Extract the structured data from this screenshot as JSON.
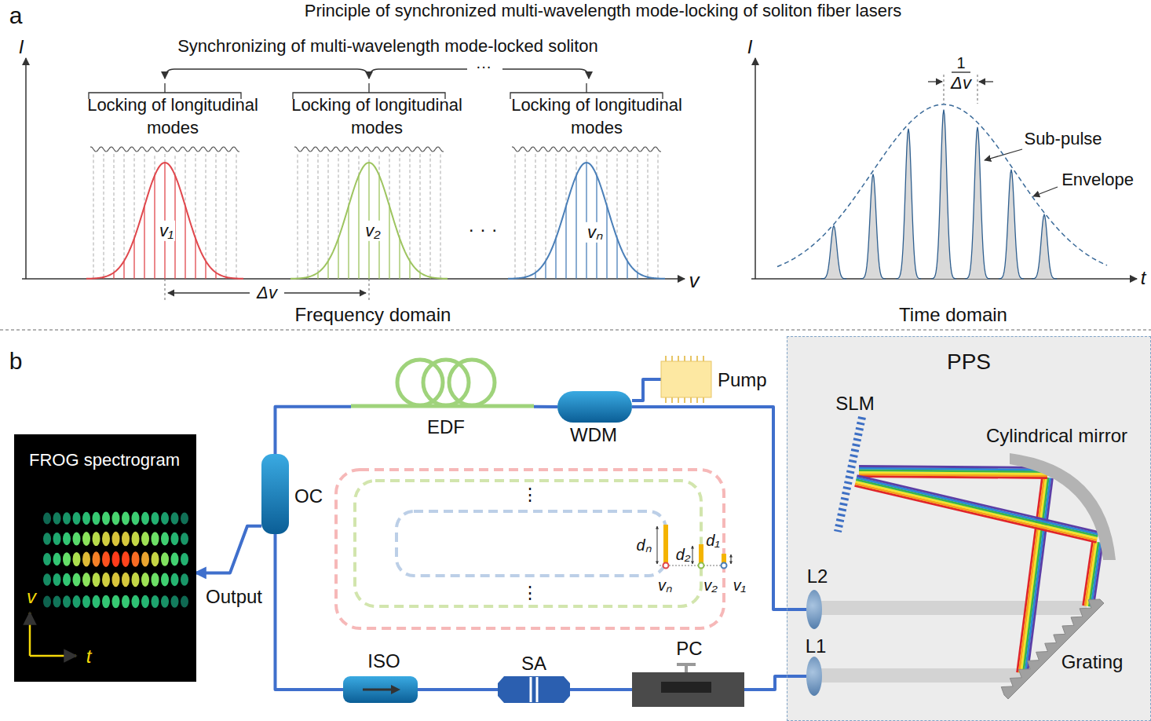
{
  "diagram": {
    "title": "Principle of synchronized multi-wavelength mode-locking of soliton fiber lasers",
    "nodes": [
      {
        "text": [
          "PPS"
        ]
      },
      {
        "text": [
          "SLM"
        ],
        "in": 0
      },
      {
        "text": [
          "Cylindrical mirror"
        ],
        "in": 0
      },
      {
        "text": [
          "L2"
        ],
        "in": 0
      },
      {
        "text": [
          "L1"
        ],
        "in": 0
      },
      {
        "text": [
          "Grating"
        ],
        "in": 0
      },
      {
        "text": [
          "Pump"
        ]
      },
      {
        "text": [
          "WDM"
        ]
      },
      {
        "text": [
          "EDF"
        ]
      },
      {
        "text": [
          "OC"
        ]
      },
      {
        "text": [
          "ISO"
        ]
      },
      {
        "text": [
          "SA"
        ]
      },
      {
        "text": [
          "PC"
        ]
      },
      {
        "text": [
          "FROG spectrogram",
          "v",
          "t"
        ]
      }
    ],
    "edges": [
      {
        "from": 9,
        "to": 8,
        "arrow": "none"
      },
      {
        "from": 8,
        "to": 7,
        "arrow": "none"
      },
      {
        "from": 7,
        "to": 6,
        "arrow": "none"
      },
      {
        "from": 7,
        "to": 3,
        "arrow": "none"
      },
      {
        "from": 4,
        "to": 12,
        "arrow": "none"
      },
      {
        "from": 12,
        "to": 11,
        "arrow": "none"
      },
      {
        "from": 11,
        "to": 10,
        "arrow": "none"
      },
      {
        "from": 10,
        "to": 9,
        "arrow": "none"
      },
      {
        "from": 9,
        "to": 13,
        "label": "Output",
        "arrow": "to"
      }
    ],
    "labels": [
      "a",
      "I",
      "Synchronizing of multi-wavelength mode-locked soliton",
      "···",
      "Locking of longitudinal modes",
      "Locking of longitudinal modes",
      "Locking of longitudinal modes",
      "v₁",
      "v₂",
      "vₙ",
      "· · ·",
      "v",
      "Δv",
      "Frequency domain",
      "I",
      "1",
      "Δv",
      "Sub-pulse",
      "Envelope",
      "t",
      "Time domain",
      "b",
      "⋮",
      "⋮",
      "dₙ",
      "d₂",
      "d₁",
      "vₙ",
      "v₂",
      "v₁"
    ]
  }
}
